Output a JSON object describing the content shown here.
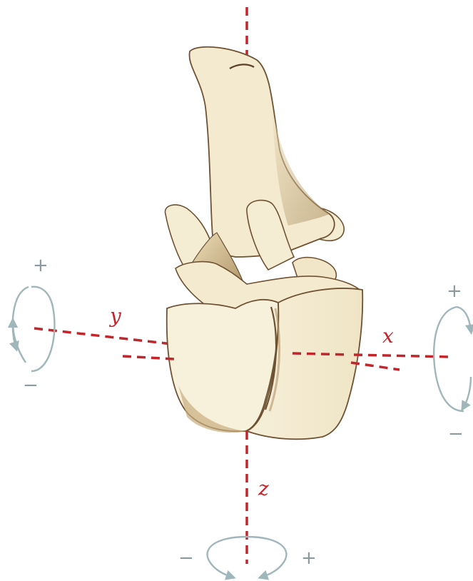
{
  "axes": {
    "x": {
      "label": "x"
    },
    "y": {
      "label": "y"
    },
    "z": {
      "label": "z"
    }
  },
  "rotation_signs": {
    "x_positive": "+",
    "x_negative": "−",
    "y_positive": "+",
    "y_negative": "−",
    "z_positive": "+",
    "z_negative": "−"
  },
  "colors": {
    "axis": "#c0262c",
    "rotation_arrow": "#9fb6bb",
    "bone_fill": "#f4ecd3",
    "bone_shade": "#e6d7b0",
    "bone_outline": "#6e5232"
  }
}
